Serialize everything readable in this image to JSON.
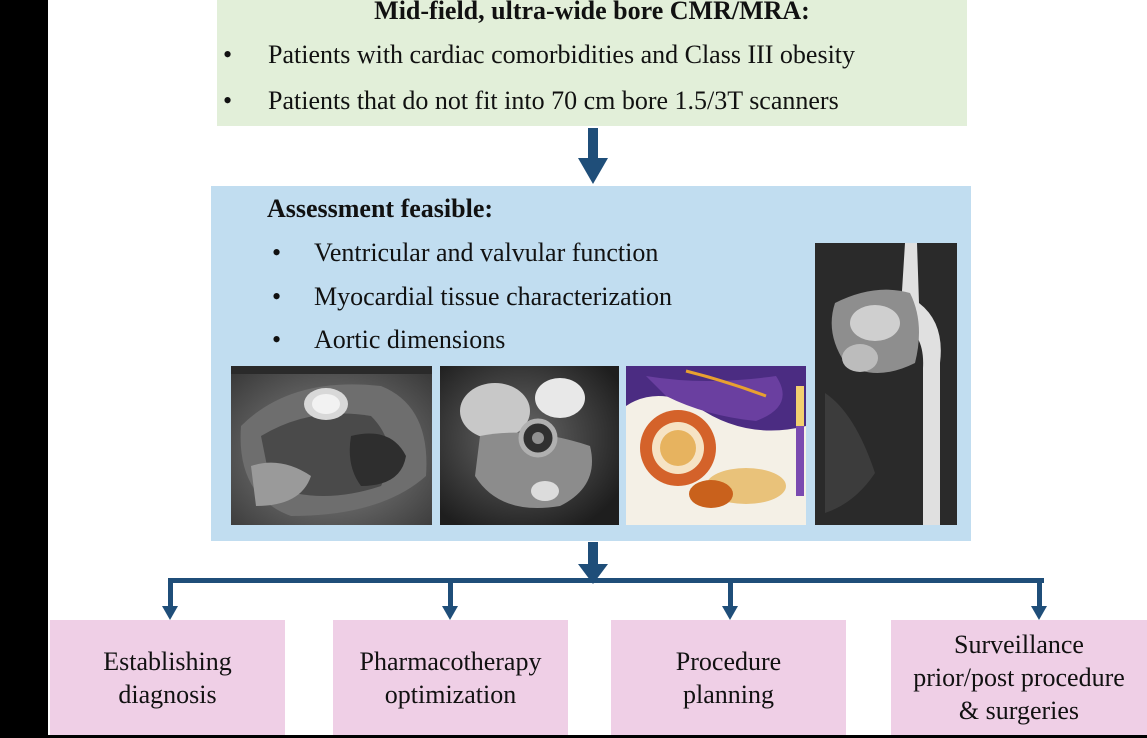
{
  "top_box": {
    "title": "Mid-field, ultra-wide bore CMR/MRA:",
    "bullets": [
      "Patients with cardiac comorbidities and Class III obesity",
      "Patients that do not fit into 70 cm bore 1.5/3T scanners"
    ]
  },
  "middle_box": {
    "title": "Assessment feasible:",
    "bullets": [
      "Ventricular and valvular function",
      "Myocardial tissue characterization",
      "Aortic dimensions"
    ]
  },
  "bullet_symbol": "•",
  "outcomes": [
    "Establishing\ndiagnosis",
    "Pharmacotherapy\noptimization",
    "Procedure\nplanning",
    "Surveillance\nprior/post procedure\n& surgeries"
  ],
  "colors": {
    "top_box": "#e2efd9",
    "middle_box": "#c1ddf0",
    "outcome_box": "#efcfe6",
    "arrow": "#1f4e79"
  }
}
